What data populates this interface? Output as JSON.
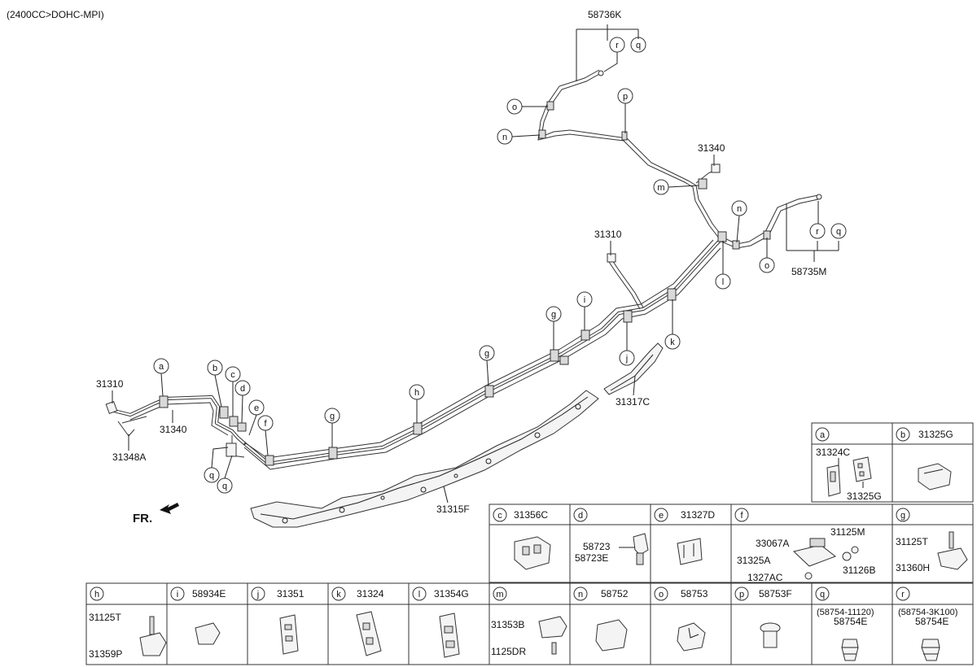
{
  "header": {
    "engine_note": "(2400CC>DOHC-MPI)"
  },
  "direction": {
    "label": "FR."
  },
  "callouts": {
    "part_58736K": "58736K",
    "part_58735M": "58735M",
    "part_31340_top": "31340",
    "part_31340_left": "31340",
    "part_31310_left": "31310",
    "part_31310_mid": "31310",
    "part_31348A": "31348A",
    "part_31317C": "31317C",
    "part_31315F": "31315F"
  },
  "letters": {
    "a": "a",
    "b": "b",
    "c": "c",
    "d": "d",
    "e": "e",
    "f": "f",
    "g": "g",
    "h": "h",
    "i": "i",
    "j": "j",
    "k": "k",
    "l": "l",
    "m": "m",
    "n": "n",
    "o": "o",
    "p": "p",
    "q": "q",
    "r": "r"
  },
  "legend": [
    {
      "letter": "a",
      "parts": [
        "31324C",
        "31325G"
      ]
    },
    {
      "letter": "b",
      "title": "31325G"
    },
    {
      "letter": "c",
      "title": "31356C"
    },
    {
      "letter": "d",
      "parts": [
        "58723",
        "58723E"
      ]
    },
    {
      "letter": "e",
      "title": "31327D"
    },
    {
      "letter": "f",
      "parts": [
        "33067A",
        "31125M",
        "31325A",
        "31126B",
        "1327AC"
      ]
    },
    {
      "letter": "g",
      "parts": [
        "31125T",
        "31360H"
      ]
    },
    {
      "letter": "h",
      "parts": [
        "31125T",
        "31359P"
      ]
    },
    {
      "letter": "i",
      "title": "58934E"
    },
    {
      "letter": "j",
      "title": "31351"
    },
    {
      "letter": "k",
      "title": "31324"
    },
    {
      "letter": "l",
      "title": "31354G"
    },
    {
      "letter": "m",
      "parts": [
        "31353B",
        "1125DR"
      ]
    },
    {
      "letter": "n",
      "title": "58752"
    },
    {
      "letter": "o",
      "title": "58753"
    },
    {
      "letter": "p",
      "title": "58753F"
    },
    {
      "letter": "q",
      "note": "(58754-11120)",
      "title": "58754E"
    },
    {
      "letter": "r",
      "note": "(58754-3K100)",
      "title": "58754E"
    }
  ]
}
